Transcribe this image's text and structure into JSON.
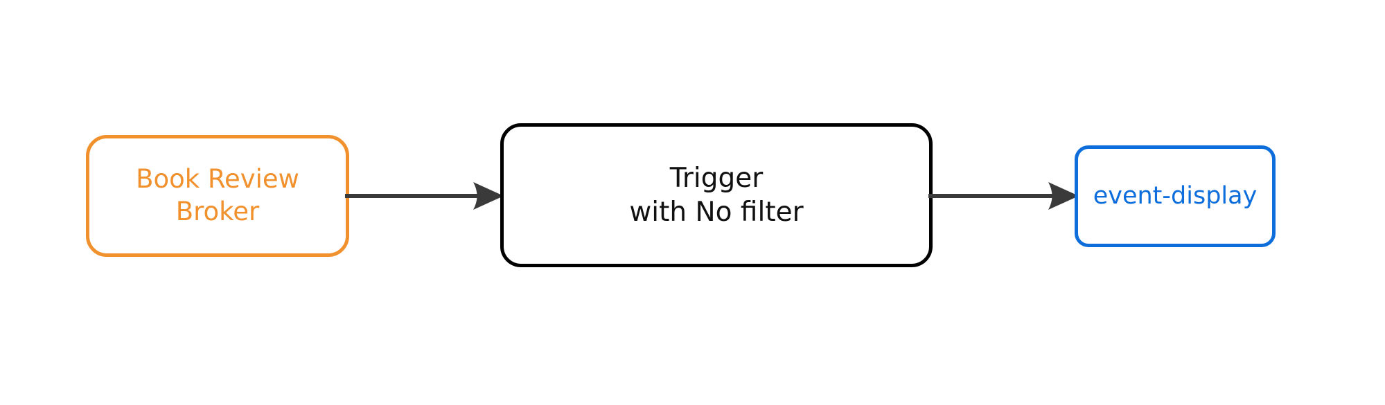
{
  "diagram": {
    "type": "flow",
    "background_color": "#ffffff",
    "nodes": [
      {
        "id": "source",
        "role": "event-source-broker",
        "lines": [
          "Book Review",
          "Broker"
        ],
        "text_color": "#f0912d",
        "border_color": "#f0912d",
        "fill_color": "#ffffff",
        "shape": "rounded-rectangle"
      },
      {
        "id": "trigger",
        "role": "trigger",
        "lines": [
          "Trigger",
          "with No filter"
        ],
        "text_color": "#111111",
        "border_color": "#000000",
        "fill_color": "#ffffff",
        "shape": "rounded-rectangle"
      },
      {
        "id": "sink",
        "role": "event-sink-service",
        "lines": [
          "event-display"
        ],
        "text_color": "#0d6edb",
        "border_color": "#0d6edb",
        "fill_color": "#ffffff",
        "shape": "rounded-rectangle"
      }
    ],
    "edges": [
      {
        "id": "source-to-trigger",
        "from": "source",
        "to": "trigger",
        "label": "",
        "color": "#3a3a3a",
        "arrowhead": "filled-triangle"
      },
      {
        "id": "trigger-to-sink",
        "from": "trigger",
        "to": "sink",
        "label": "",
        "color": "#3a3a3a",
        "arrowhead": "filled-triangle"
      }
    ]
  },
  "colors": {
    "orange": "#f0912d",
    "blue": "#0d6edb",
    "black": "#000000",
    "arrow_gray": "#3a3a3a",
    "background": "#ffffff"
  }
}
